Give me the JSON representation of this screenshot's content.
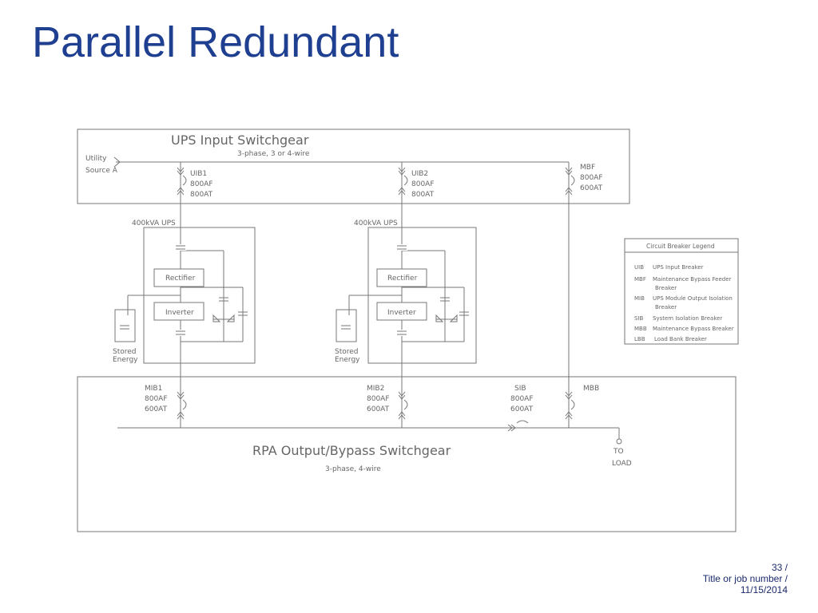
{
  "slide": {
    "title": "Parallel Redundant",
    "footer": {
      "page": "33 /",
      "job": "Title or job number /",
      "date": "11/15/2014"
    }
  },
  "diagram": {
    "input_switchgear": {
      "title": "UPS Input Switchgear",
      "subtitle": "3-phase, 3 or 4-wire"
    },
    "utility_source": {
      "line1": "Utility",
      "line2": "Source A"
    },
    "breakers_input": [
      {
        "name": "UIB1",
        "frame": "800AF",
        "trip": "800AT"
      },
      {
        "name": "UIB2",
        "frame": "800AF",
        "trip": "800AT"
      },
      {
        "name": "MBF",
        "frame": "800AF",
        "trip": "600AT"
      }
    ],
    "ups_modules": [
      {
        "label": "400kVA UPS",
        "rectifier": "Rectifier",
        "inverter": "Inverter",
        "stored1": "Stored",
        "stored2": "Energy"
      },
      {
        "label": "400kVA UPS",
        "rectifier": "Rectifier",
        "inverter": "Inverter",
        "stored1": "Stored",
        "stored2": "Energy"
      }
    ],
    "breakers_output": [
      {
        "name": "MIB1",
        "frame": "800AF",
        "trip": "600AT"
      },
      {
        "name": "MIB2",
        "frame": "800AF",
        "trip": "600AT"
      },
      {
        "name": "SIB",
        "frame": "800AF",
        "trip": "600AT"
      },
      {
        "name": "MBB"
      }
    ],
    "output_switchgear": {
      "title": "RPA Output/Bypass Switchgear",
      "subtitle": "3-phase, 4-wire"
    },
    "load": {
      "line1": "TO",
      "line2": "LOAD"
    },
    "legend": {
      "title": "Circuit Breaker Legend",
      "items": [
        {
          "code": "UIB",
          "line1": "UPS Input Breaker"
        },
        {
          "code": "MBF",
          "line1": "Maintenance Bypass Feeder",
          "line2": "Breaker"
        },
        {
          "code": "MIB",
          "line1": "UPS Module Output Isolation",
          "line2": "Breaker"
        },
        {
          "code": "SIB",
          "line1": "System Isolation Breaker"
        },
        {
          "code": "MBB",
          "line1": "Maintenance Bypass Breaker"
        },
        {
          "code": "LBB",
          "line1": "Load Bank Breaker"
        }
      ]
    },
    "colors": {
      "line": "#777777",
      "title": "#1f3f91"
    }
  }
}
